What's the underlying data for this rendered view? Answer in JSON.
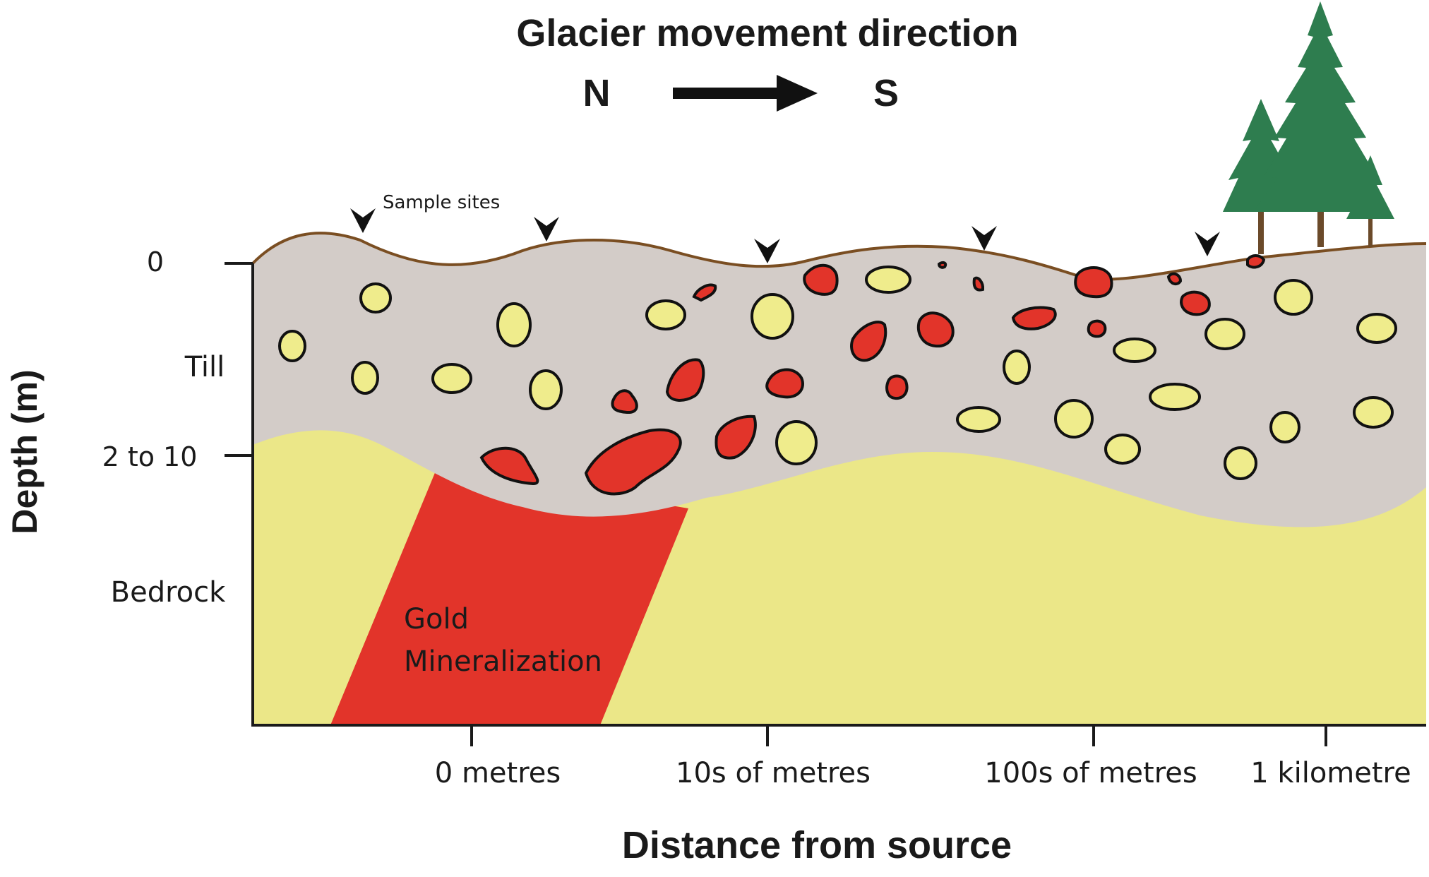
{
  "title": "Glacier movement direction",
  "direction": {
    "from": "N",
    "to": "S"
  },
  "sample_sites_label": "Sample sites",
  "y_axis": {
    "label": "Depth (m)",
    "ticks": [
      "0",
      "2 to 10"
    ]
  },
  "layers": {
    "till": "Till",
    "bedrock": "Bedrock",
    "source_line1": "Gold",
    "source_line2": "Mineralization"
  },
  "x_axis": {
    "label": "Distance from source",
    "ticks": [
      "0 metres",
      "10s of metres",
      "100s of metres",
      "1 kilometre"
    ]
  },
  "colors": {
    "till": "#d3ccc8",
    "bedrock": "#ebe788",
    "gold": "#e2342a",
    "clast_pale": "#efec8c",
    "surface": "#7a4e22",
    "tree": "#2e7d4f"
  }
}
